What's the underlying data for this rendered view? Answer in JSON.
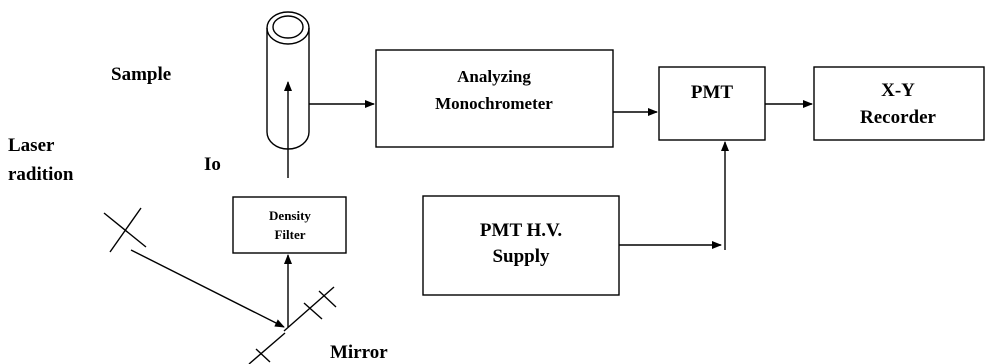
{
  "labels": {
    "sample": "Sample",
    "laser_line1": "Laser",
    "laser_line2": "radition",
    "io": "Io",
    "mirror": "Mirror"
  },
  "blocks": {
    "analyzing_mono_line1": "Analyzing",
    "analyzing_mono_line2": "Monochrometer",
    "pmt": "PMT",
    "xy_recorder_line1": "X-Y",
    "xy_recorder_line2": "Recorder",
    "density_filter_line1": "Density",
    "density_filter_line2": "Filter",
    "pmt_hv_supply_line1": "PMT H.V.",
    "pmt_hv_supply_line2": "Supply"
  },
  "colors": {
    "ink": "#000000",
    "background": "#ffffff"
  }
}
